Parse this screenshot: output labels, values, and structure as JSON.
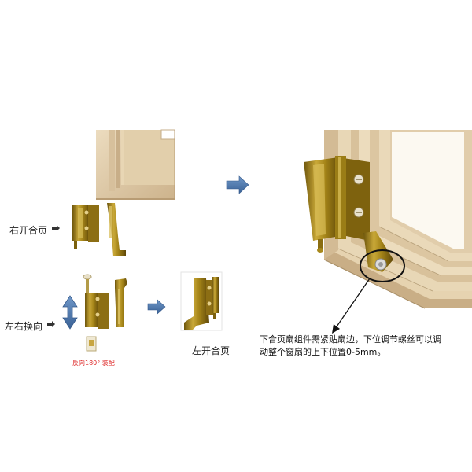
{
  "labels": {
    "right_hinge": "右开合页",
    "swap": "左右换向",
    "rotate_note": "反向180° 装配",
    "left_hinge": "左开合页",
    "note_line1": "下合页扇组件需紧贴扇边，下位调节螺丝可以调",
    "note_line2": "动整个窗扇的上下位置0-5mm。"
  },
  "icons": {
    "arrow_small": "arrow-right-small",
    "arrow_big": "arrow-right-blue",
    "arrow_vertical": "arrow-up-down-blue"
  },
  "colors": {
    "frame": "#e3cfae",
    "frame_shadow": "#c9b190",
    "glass": "#faf7ef",
    "hinge_gold": "#a0801a",
    "hinge_dark": "#5c4608",
    "hinge_light": "#d4b650",
    "arrow_blue": "#4a74a8",
    "red_text": "#d22222"
  }
}
